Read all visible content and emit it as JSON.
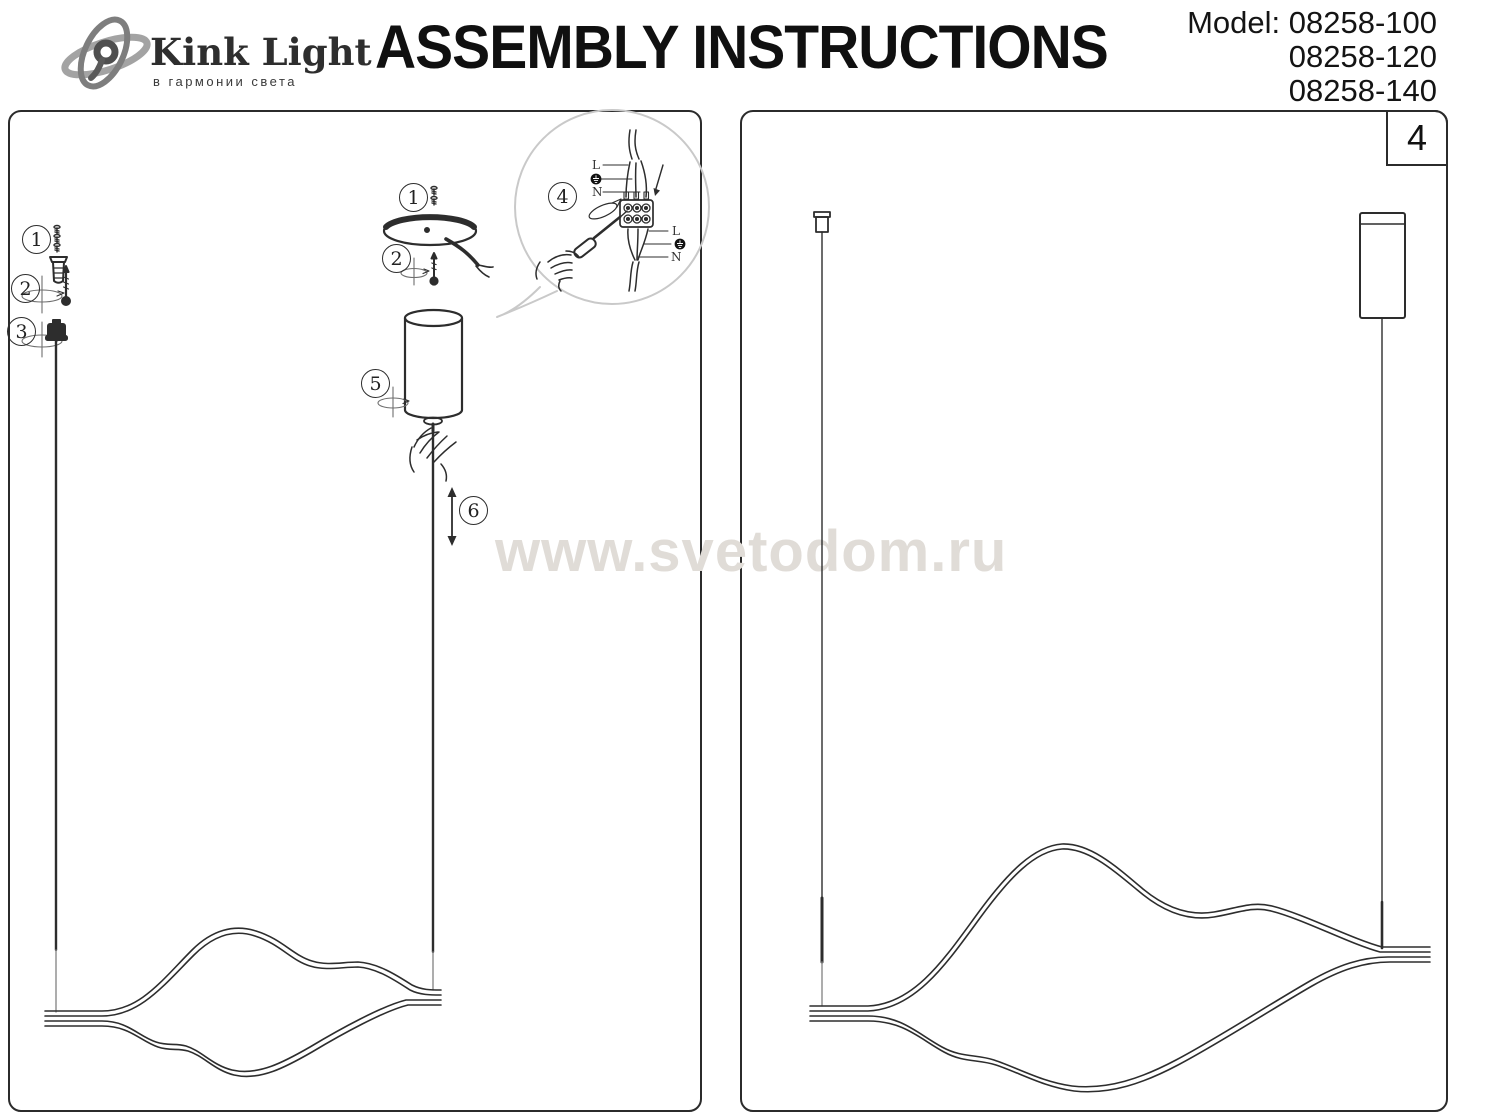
{
  "brand": {
    "name": "Kink Light",
    "tagline": "в гармонии света"
  },
  "title": "ASSEMBLY INSTRUCTIONS",
  "models": {
    "label": "Model:",
    "numbers": [
      "08258-100",
      "08258-120",
      "08258-140"
    ]
  },
  "page_number": "4",
  "watermark": "www.svetodom.ru",
  "steps": {
    "1": "1",
    "2": "2",
    "3": "3",
    "4": "4",
    "5": "5",
    "6": "6"
  },
  "wiring": {
    "line_label": "L",
    "neutral_label": "N"
  },
  "colors": {
    "line_art": "#2d2d2d",
    "watermark": "#e0dcd7",
    "bubble_outline": "#c9c9c9",
    "logo_gray": "#9a9a9a"
  }
}
